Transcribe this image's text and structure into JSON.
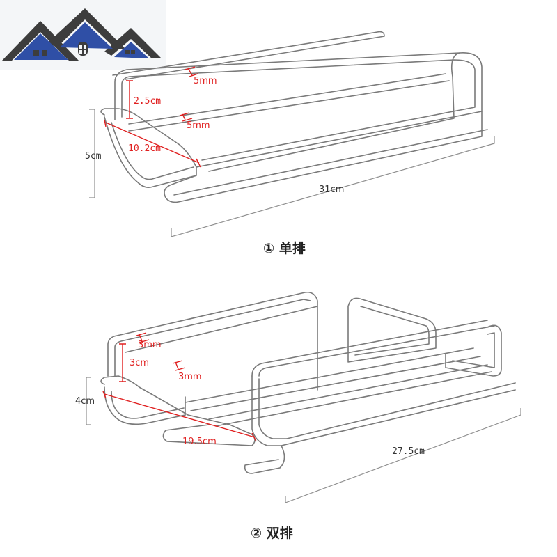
{
  "logo": {
    "name": "house-roof-logo",
    "colors": {
      "bg": "#f4f6f8",
      "blue": "#2f4fa6",
      "dark": "#3d3d3d"
    }
  },
  "single_rack": {
    "caption": "① 单排",
    "labels": {
      "top_wire": "5mm",
      "height_inner": "2.5cm",
      "mid_wire": "5mm",
      "height_outer": "5cm",
      "depth": "10.2cm",
      "length": "31cm"
    }
  },
  "double_rack": {
    "caption": "② 双排",
    "labels": {
      "top_wire": "3mm",
      "height_inner": "3cm",
      "mid_wire": "3mm",
      "height_outer": "4cm",
      "depth": "19.5cm",
      "length": "27.5cm"
    }
  },
  "colors": {
    "dimension_red": "#e02020",
    "wire": "#7a7a7a"
  }
}
